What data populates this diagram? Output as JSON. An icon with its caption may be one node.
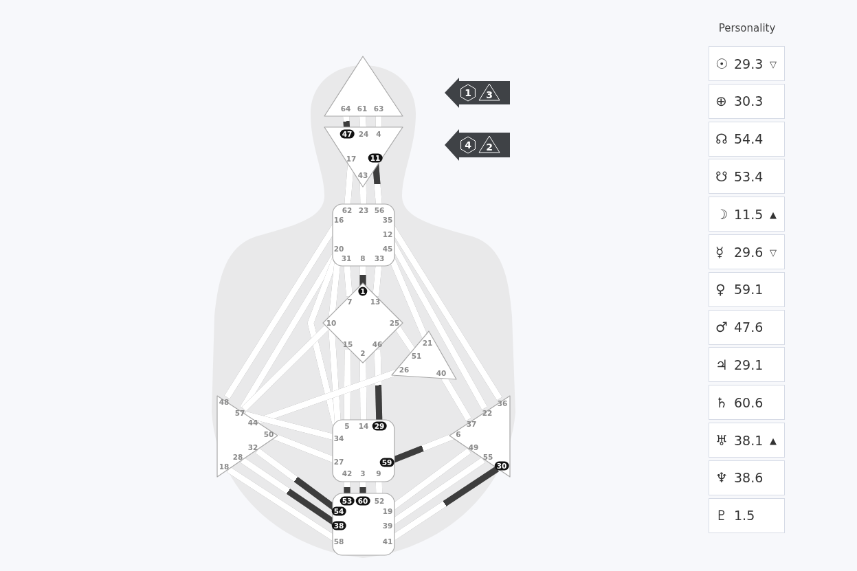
{
  "diagram": {
    "nodes": [
      {
        "text": [],
        "shape": "triangle"
      },
      {
        "text": [
          "64"
        ],
        "in": 0
      },
      {
        "text": [
          "61"
        ],
        "in": 0
      },
      {
        "text": [
          "63"
        ],
        "in": 0
      },
      {
        "text": [],
        "shape": "triangle"
      },
      {
        "text": [
          "47"
        ],
        "in": 4
      },
      {
        "text": [
          "24"
        ],
        "in": 4
      },
      {
        "text": [
          "4"
        ],
        "in": 4
      },
      {
        "text": [
          "17"
        ],
        "in": 4
      },
      {
        "text": [
          "11"
        ],
        "in": 4
      },
      {
        "text": [
          "43"
        ],
        "in": 4
      },
      {
        "text": [],
        "shape": "box"
      },
      {
        "text": [
          "62"
        ],
        "in": 11
      },
      {
        "text": [
          "23"
        ],
        "in": 11
      },
      {
        "text": [
          "56"
        ],
        "in": 11
      },
      {
        "text": [
          "16"
        ],
        "in": 11
      },
      {
        "text": [
          "35"
        ],
        "in": 11
      },
      {
        "text": [
          "12"
        ],
        "in": 11
      },
      {
        "text": [
          "20"
        ],
        "in": 11
      },
      {
        "text": [
          "45"
        ],
        "in": 11
      },
      {
        "text": [
          "31"
        ],
        "in": 11
      },
      {
        "text": [
          "8"
        ],
        "in": 11
      },
      {
        "text": [
          "33"
        ],
        "in": 11
      },
      {
        "text": [],
        "shape": "diamond"
      },
      {
        "text": [
          "1"
        ],
        "in": 23
      },
      {
        "text": [
          "7"
        ],
        "in": 23
      },
      {
        "text": [
          "13"
        ],
        "in": 23
      },
      {
        "text": [
          "10"
        ],
        "in": 23
      },
      {
        "text": [
          "25"
        ],
        "in": 23
      },
      {
        "text": [
          "15"
        ],
        "in": 23
      },
      {
        "text": [
          "46"
        ],
        "in": 23
      },
      {
        "text": [
          "2"
        ],
        "in": 23
      },
      {
        "text": [],
        "shape": "triangle"
      },
      {
        "text": [
          "21"
        ],
        "in": 32
      },
      {
        "text": [
          "51"
        ],
        "in": 32
      },
      {
        "text": [
          "26"
        ],
        "in": 32
      },
      {
        "text": [
          "40"
        ],
        "in": 32
      },
      {
        "text": [],
        "shape": "triangle"
      },
      {
        "text": [
          "48"
        ],
        "in": 37
      },
      {
        "text": [
          "57"
        ],
        "in": 37
      },
      {
        "text": [
          "44"
        ],
        "in": 37
      },
      {
        "text": [
          "50"
        ],
        "in": 37
      },
      {
        "text": [
          "32"
        ],
        "in": 37
      },
      {
        "text": [
          "28"
        ],
        "in": 37
      },
      {
        "text": [
          "18"
        ],
        "in": 37
      },
      {
        "text": [],
        "shape": "box"
      },
      {
        "text": [
          "5"
        ],
        "in": 45
      },
      {
        "text": [
          "14"
        ],
        "in": 45
      },
      {
        "text": [
          "29"
        ],
        "in": 45
      },
      {
        "text": [
          "34"
        ],
        "in": 45
      },
      {
        "text": [
          "27"
        ],
        "in": 45
      },
      {
        "text": [
          "59"
        ],
        "in": 45
      },
      {
        "text": [
          "42"
        ],
        "in": 45
      },
      {
        "text": [
          "3"
        ],
        "in": 45
      },
      {
        "text": [
          "9"
        ],
        "in": 45
      },
      {
        "text": [],
        "shape": "triangle"
      },
      {
        "text": [
          "36"
        ],
        "in": 55
      },
      {
        "text": [
          "22"
        ],
        "in": 55
      },
      {
        "text": [
          "37"
        ],
        "in": 55
      },
      {
        "text": [
          "6"
        ],
        "in": 55
      },
      {
        "text": [
          "49"
        ],
        "in": 55
      },
      {
        "text": [
          "55"
        ],
        "in": 55
      },
      {
        "text": [
          "30"
        ],
        "in": 55
      },
      {
        "text": [],
        "shape": "box"
      },
      {
        "text": [
          "53"
        ],
        "in": 63
      },
      {
        "text": [
          "60"
        ],
        "in": 63
      },
      {
        "text": [
          "52"
        ],
        "in": 63
      },
      {
        "text": [
          "54"
        ],
        "in": 63
      },
      {
        "text": [
          "19"
        ],
        "in": 63
      },
      {
        "text": [
          "38"
        ],
        "in": 63
      },
      {
        "text": [
          "39"
        ],
        "in": 63
      },
      {
        "text": [
          "58"
        ],
        "in": 63
      },
      {
        "text": [
          "41"
        ],
        "in": 63
      },
      {
        "text": [
          "1",
          "3"
        ]
      },
      {
        "text": [
          "4",
          "2"
        ]
      },
      {
        "text": [
          "☉",
          "29.3",
          "▽"
        ]
      },
      {
        "text": [
          "⊕",
          "30.3"
        ]
      },
      {
        "text": [
          "☊",
          "54.4"
        ]
      },
      {
        "text": [
          "☋",
          "53.4"
        ]
      },
      {
        "text": [
          "☽",
          "11.5",
          "▲"
        ]
      },
      {
        "text": [
          "☿",
          "29.6",
          "▽"
        ]
      },
      {
        "text": [
          "♀",
          "59.1"
        ]
      },
      {
        "text": [
          "♂",
          "47.6"
        ]
      },
      {
        "text": [
          "♃",
          "29.1"
        ]
      },
      {
        "text": [
          "♄",
          "60.6"
        ]
      },
      {
        "text": [
          "♅",
          "38.1",
          "▲"
        ]
      },
      {
        "text": [
          "♆",
          "38.6"
        ]
      },
      {
        "text": [
          "♇",
          "1.5"
        ]
      }
    ],
    "edges": [
      {
        "from": 5,
        "to": 1,
        "arrow": "none",
        "color": "#3d3d3d"
      },
      {
        "from": 2,
        "to": 6,
        "arrow": "none"
      },
      {
        "from": 3,
        "to": 7,
        "arrow": "none"
      },
      {
        "from": 8,
        "to": 12,
        "arrow": "none"
      },
      {
        "from": 10,
        "to": 13,
        "arrow": "none"
      },
      {
        "from": 9,
        "to": 14,
        "arrow": "none",
        "color": "#3d3d3d"
      },
      {
        "from": 20,
        "to": 25,
        "arrow": "none"
      },
      {
        "from": 24,
        "to": 21,
        "arrow": "none",
        "color": "#3d3d3d"
      },
      {
        "from": 22,
        "to": 26,
        "arrow": "none"
      },
      {
        "from": 15,
        "to": 38,
        "arrow": "none"
      },
      {
        "from": 18,
        "to": 39,
        "arrow": "none"
      },
      {
        "from": 18,
        "to": 49,
        "arrow": "none"
      },
      {
        "from": 18,
        "to": 27,
        "arrow": "none"
      },
      {
        "from": 16,
        "to": 56,
        "arrow": "none"
      },
      {
        "from": 17,
        "to": 57,
        "arrow": "none"
      },
      {
        "from": 19,
        "to": 33,
        "arrow": "none"
      },
      {
        "from": 27,
        "to": 39,
        "arrow": "none"
      },
      {
        "from": 27,
        "to": 49,
        "arrow": "none"
      },
      {
        "from": 28,
        "to": 34,
        "arrow": "none"
      },
      {
        "from": 29,
        "to": 46,
        "arrow": "none"
      },
      {
        "from": 31,
        "to": 47,
        "arrow": "none"
      },
      {
        "from": 48,
        "to": 30,
        "arrow": "none",
        "color": "#3d3d3d"
      },
      {
        "from": 35,
        "to": 40,
        "arrow": "none"
      },
      {
        "from": 36,
        "to": 58,
        "arrow": "none"
      },
      {
        "from": 50,
        "to": 41,
        "arrow": "none"
      },
      {
        "from": 39,
        "to": 49,
        "arrow": "none"
      },
      {
        "from": 67,
        "to": 42,
        "arrow": "none",
        "color": "#3d3d3d"
      },
      {
        "from": 69,
        "to": 43,
        "arrow": "none",
        "color": "#3d3d3d"
      },
      {
        "from": 44,
        "to": 71,
        "arrow": "none"
      },
      {
        "from": 51,
        "to": 59,
        "arrow": "none",
        "color": "#3d3d3d"
      },
      {
        "from": 64,
        "to": 52,
        "arrow": "none",
        "color": "#3d3d3d"
      },
      {
        "from": 65,
        "to": 53,
        "arrow": "none",
        "color": "#3d3d3d"
      },
      {
        "from": 54,
        "to": 66,
        "arrow": "none"
      },
      {
        "from": 60,
        "to": 68,
        "arrow": "none"
      },
      {
        "from": 61,
        "to": 70,
        "arrow": "none"
      },
      {
        "from": 62,
        "to": 72,
        "arrow": "none",
        "color": "#3d3d3d"
      }
    ],
    "labels": [
      "Personality"
    ]
  }
}
